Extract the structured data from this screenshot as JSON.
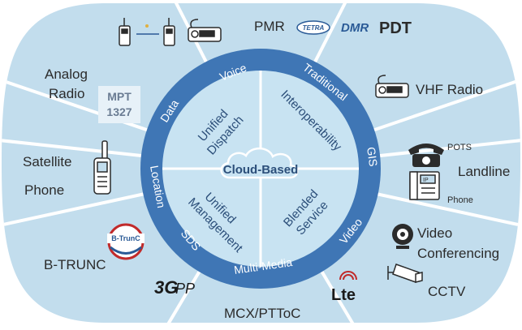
{
  "colors": {
    "outer_band": "#c2dded",
    "inner_disc": "#c8e3f2",
    "ring": "#3f76b5",
    "ring_text": "#ffffff",
    "inner_text": "#2c4f7a",
    "label_text": "#2b2b2b",
    "divider": "#ffffff"
  },
  "outer_segments": {
    "pmr": "PMR",
    "analog_radio_line1": "Analog",
    "analog_radio_line2": "Radio",
    "vhf_radio": "VHF Radio",
    "satellite_line1": "Satellite",
    "satellite_line2": "Phone",
    "landline": "Landline",
    "pots": "POTS",
    "phone": "Phone",
    "b_trunc": "B-TRUNC",
    "video_conf_line1": "Video",
    "video_conf_line2": "Conferencing",
    "cctv": "CCTV",
    "mcx": "MCX/PTToC"
  },
  "logos": {
    "tetra": "TETRA",
    "dmr": "DMR",
    "pdt": "PDT",
    "mpt_line1": "MPT",
    "mpt_line2": "1327",
    "btrunc_logo": "B-TrunC",
    "threegpp": "3GPP",
    "lte": "Lte"
  },
  "ring_labels": {
    "voice": "Voice",
    "traditional": "Traditional",
    "gis": "GIS",
    "video": "Video",
    "multimedia": "Multi-Media",
    "sds": "SDS",
    "location": "Location",
    "data": "Data"
  },
  "quadrants": {
    "unified_dispatch_line1": "Unified",
    "unified_dispatch_line2": "Dispatch",
    "interoperability": "Interoperability",
    "unified_management_line1": "Unified",
    "unified_management_line2": "Management",
    "blended_line1": "Blended",
    "blended_line2": "Service"
  },
  "center": {
    "label": "Cloud-Based"
  },
  "icons": [
    "walkie-talkie-icon",
    "mobile-radio-icon",
    "satellite-phone-icon",
    "landline-phone-icon",
    "desk-phone-icon",
    "webcam-icon",
    "cctv-camera-icon",
    "cloud-icon"
  ]
}
